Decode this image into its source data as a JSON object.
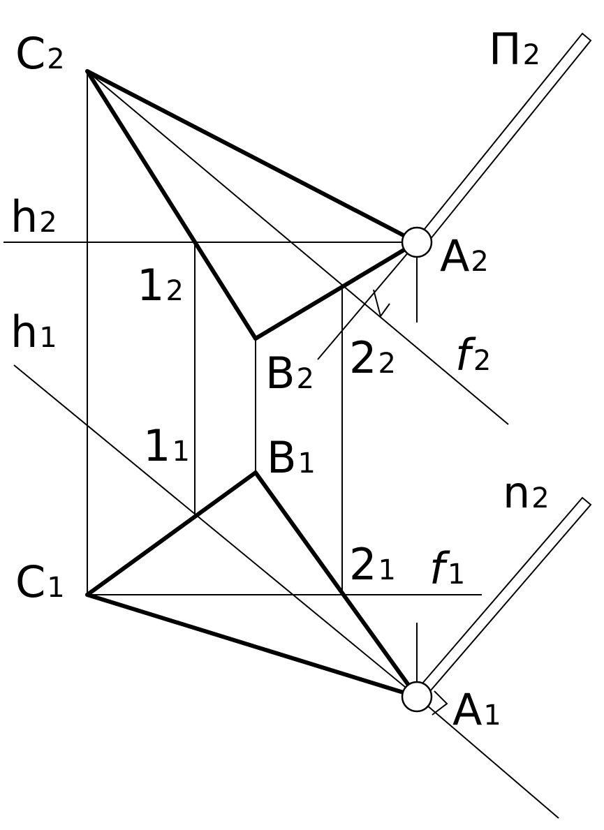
{
  "labels": {
    "C2": {
      "main": "C",
      "sub": "2"
    },
    "P2": {
      "main": "П",
      "sub": "2"
    },
    "h2": {
      "main": "h",
      "sub": "2"
    },
    "A2": {
      "main": "A",
      "sub": "2"
    },
    "one2": {
      "main": "1",
      "sub": "2"
    },
    "h1": {
      "main": "h",
      "sub": "1"
    },
    "B2": {
      "main": "B",
      "sub": "2"
    },
    "two2": {
      "main": "2",
      "sub": "2"
    },
    "f2": {
      "main": "f",
      "sub": "2"
    },
    "one1": {
      "main": "1",
      "sub": "1"
    },
    "B1": {
      "main": "B",
      "sub": "1"
    },
    "n2": {
      "main": "n",
      "sub": "2"
    },
    "C1": {
      "main": "C",
      "sub": "1"
    },
    "two1": {
      "main": "2",
      "sub": "1"
    },
    "f1": {
      "main": "f",
      "sub": "1"
    },
    "A1": {
      "main": "A",
      "sub": "1"
    }
  }
}
